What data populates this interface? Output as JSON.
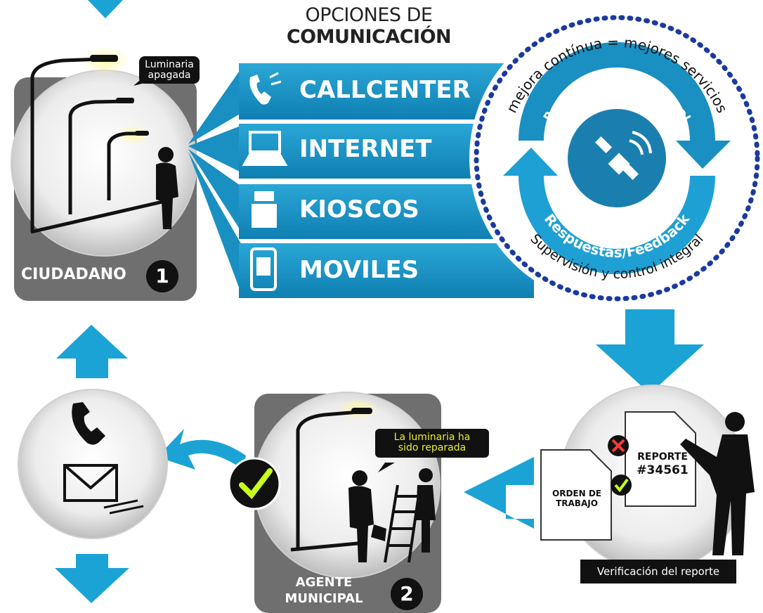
{
  "title": {
    "line1": "OPCIONES DE",
    "line2": "COMUNICACIÓN"
  },
  "channels": [
    {
      "label": "CALLCENTER",
      "icon": "phone-icon"
    },
    {
      "label": "INTERNET",
      "icon": "laptop-icon"
    },
    {
      "label": "KIOSCOS",
      "icon": "kiosk-icon"
    },
    {
      "label": "MOVILES",
      "icon": "mobile-icon"
    }
  ],
  "citizen": {
    "bubble_line1": "Luminaria",
    "bubble_line2": "apagada",
    "label": "CIUDADANO",
    "number": "1"
  },
  "cycle": {
    "outer_top": "mejora contínua = mejores servicios",
    "inner_top": "Reportes en tiempo real",
    "inner_bottom": "Respuestas/Feedback",
    "outer_bottom": "Supervisión y control integral"
  },
  "agent": {
    "bubble_line1": "La luminaria ha",
    "bubble_line2": "sido reparada",
    "label_line1": "AGENTE",
    "label_line2": "MUNICIPAL",
    "number": "2"
  },
  "report": {
    "order_line1": "ORDEN DE",
    "order_line2": "TRABAJO",
    "report_line1": "REPORTE",
    "report_line2": "#34561",
    "verification": "Verificación del reporte"
  },
  "colors": {
    "blue": "#1a8fc1",
    "blue_dark": "#0e6f9c",
    "arrow": "#1ba3d6",
    "gray": "#6f6f6f",
    "dot": "#1a3aa0"
  }
}
